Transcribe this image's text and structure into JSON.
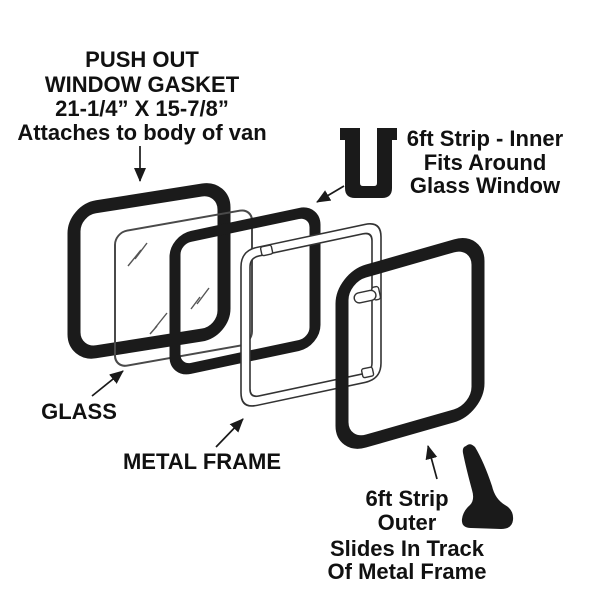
{
  "page": {
    "background": "#ffffff",
    "ink_color": "#1a1a1a"
  },
  "labels": {
    "gasket": {
      "lines": [
        "PUSH OUT",
        "WINDOW GASKET",
        "21-1/4” X 15-7/8”",
        "Attaches to body of van"
      ]
    },
    "inner_strip": {
      "lines": [
        "6ft Strip - Inner",
        "Fits Around",
        "Glass Window"
      ]
    },
    "glass": {
      "text": "GLASS"
    },
    "metal_frame": {
      "text": "METAL FRAME"
    },
    "outer_strip": {
      "lines": [
        "6ft Strip",
        "Outer",
        "Slides In Track",
        "Of Metal Frame"
      ]
    }
  },
  "parts": [
    {
      "name": "push-out-window-gasket-frame"
    },
    {
      "name": "glass-pane"
    },
    {
      "name": "inner-strip-frame"
    },
    {
      "name": "metal-frame"
    },
    {
      "name": "outer-strip-frame"
    }
  ],
  "icons": [
    {
      "name": "u-channel-profile-icon"
    },
    {
      "name": "outer-strip-profile-icon"
    }
  ]
}
